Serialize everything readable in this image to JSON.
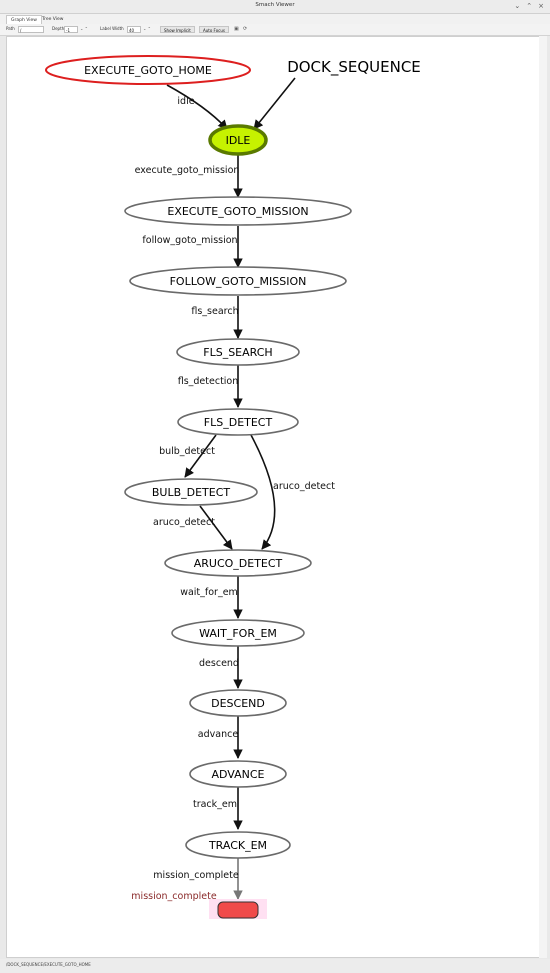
{
  "window": {
    "title": "Smach Viewer",
    "controls": {
      "minimize": "⌄",
      "maximize": "⌃",
      "close": "×"
    }
  },
  "tabs": [
    {
      "label": "Graph View",
      "active": true
    },
    {
      "label": "Tree View",
      "active": false
    }
  ],
  "toolbar": {
    "path_label": "Path",
    "path_value": "/",
    "depth_label": "Depth",
    "depth_value": "-1",
    "label_width_label": "Label Width",
    "label_width_value": "40",
    "show_implicit_label": "Show Implicit",
    "auto_focus_label": "Auto Focus",
    "stepper_glyph": "⌄ ⌃",
    "icons": [
      "save-icon",
      "refresh-icon"
    ]
  },
  "graph": {
    "nodes": [
      {
        "id": "execute_goto_home",
        "label": "EXECUTE_GOTO_HOME",
        "style": "red-outline"
      },
      {
        "id": "dock_sequence",
        "label": "DOCK_SEQUENCE",
        "style": "container-label"
      },
      {
        "id": "idle",
        "label": "IDLE",
        "style": "active"
      },
      {
        "id": "execute_goto_mission",
        "label": "EXECUTE_GOTO_MISSION",
        "style": "normal"
      },
      {
        "id": "follow_goto_mission",
        "label": "FOLLOW_GOTO_MISSION",
        "style": "normal"
      },
      {
        "id": "fls_search",
        "label": "FLS_SEARCH",
        "style": "normal"
      },
      {
        "id": "fls_detect",
        "label": "FLS_DETECT",
        "style": "normal"
      },
      {
        "id": "bulb_detect",
        "label": "BULB_DETECT",
        "style": "normal"
      },
      {
        "id": "aruco_detect",
        "label": "ARUCO_DETECT",
        "style": "normal"
      },
      {
        "id": "wait_for_em",
        "label": "WAIT_FOR_EM",
        "style": "normal"
      },
      {
        "id": "descend",
        "label": "DESCEND",
        "style": "normal"
      },
      {
        "id": "advance",
        "label": "ADVANCE",
        "style": "normal"
      },
      {
        "id": "track_em",
        "label": "TRACK_EM",
        "style": "normal"
      },
      {
        "id": "mission_complete_outcome",
        "label": "",
        "style": "outcome"
      }
    ],
    "edges": [
      {
        "from": "execute_goto_home",
        "to": "idle",
        "label": "idle"
      },
      {
        "from": "dock_sequence",
        "to": "idle",
        "label": ""
      },
      {
        "from": "idle",
        "to": "execute_goto_mission",
        "label": "execute_goto_mission"
      },
      {
        "from": "execute_goto_mission",
        "to": "follow_goto_mission",
        "label": "follow_goto_mission"
      },
      {
        "from": "follow_goto_mission",
        "to": "fls_search",
        "label": "fls_search"
      },
      {
        "from": "fls_search",
        "to": "fls_detect",
        "label": "fls_detection"
      },
      {
        "from": "fls_detect",
        "to": "bulb_detect",
        "label": "bulb_detect"
      },
      {
        "from": "fls_detect",
        "to": "aruco_detect",
        "label": "aruco_detect"
      },
      {
        "from": "bulb_detect",
        "to": "aruco_detect",
        "label": "aruco_detect"
      },
      {
        "from": "aruco_detect",
        "to": "wait_for_em",
        "label": "wait_for_em"
      },
      {
        "from": "wait_for_em",
        "to": "descend",
        "label": "descend"
      },
      {
        "from": "descend",
        "to": "advance",
        "label": "advance"
      },
      {
        "from": "advance",
        "to": "track_em",
        "label": "track_em"
      },
      {
        "from": "track_em",
        "to": "mission_complete_outcome",
        "label": "mission_complete"
      }
    ],
    "outcome_label": "mission_complete"
  },
  "colors": {
    "active_fill": "#c6f200",
    "active_stroke": "#5a7a00",
    "home_stroke": "#dd1f1f",
    "outcome_fill": "#f04a4a",
    "outcome_highlight": "#ffe0f2",
    "outcome_label_color": "#8a2a2a",
    "node_stroke": "#6a6a6a",
    "edge": "#111111"
  },
  "status": {
    "text": "/DOCK_SEQUENCE/EXECUTE_GOTO_HOME"
  }
}
